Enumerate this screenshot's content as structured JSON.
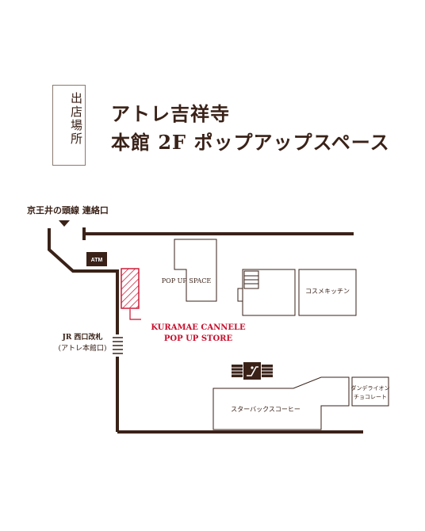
{
  "label": {
    "text": "出店場所"
  },
  "title": {
    "line1": "アトレ吉祥寺",
    "line2": "本館 2F ポップアップスペース"
  },
  "map": {
    "entrance_keio": "京王井の頭線 連絡口",
    "atm": "ATM",
    "pop_up_space": "POP UP SPACE",
    "cosme_kitchen": "コスメキッチン",
    "store_line1": "KURAMAE CANNELE",
    "store_line2": "POP UP STORE",
    "jr_line1": "JR 西口改札",
    "jr_line2": "(アトレ本館口)",
    "starbucks": "スターバックスコーヒー",
    "dandelion_line1": "ダンデライオン",
    "dandelion_line2": "チョコレート",
    "escalator_icon": "escalator-icon",
    "entrance_marker_icon": "triangle-down-icon",
    "colors": {
      "wall": "#3a2218",
      "store": "#c8102e",
      "room_border": "#3a2218"
    }
  }
}
